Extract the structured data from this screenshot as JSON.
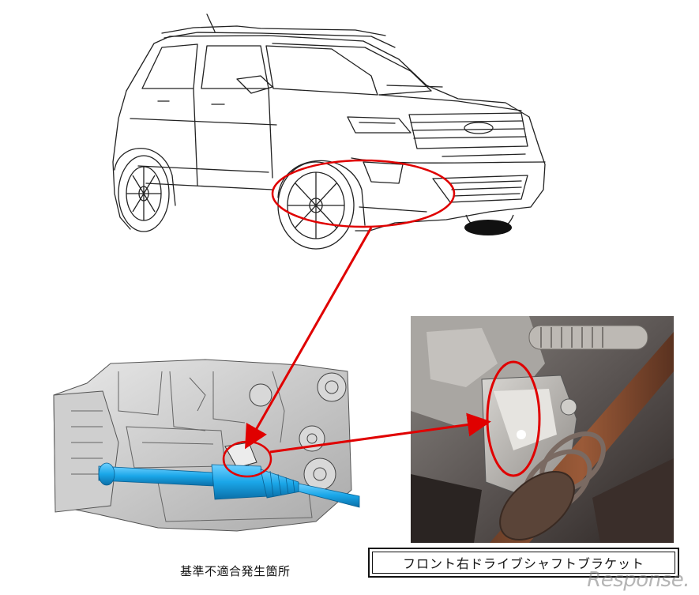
{
  "labels": {
    "nonconformity_location": "基準不適合発生箇所",
    "component_name": "フロント右ドライブシャフトブラケット"
  },
  "watermark": "Response.",
  "colors": {
    "highlight_red": "#e00000",
    "driveshaft_blue": "#1aa6e8",
    "line_art": "#222222"
  }
}
